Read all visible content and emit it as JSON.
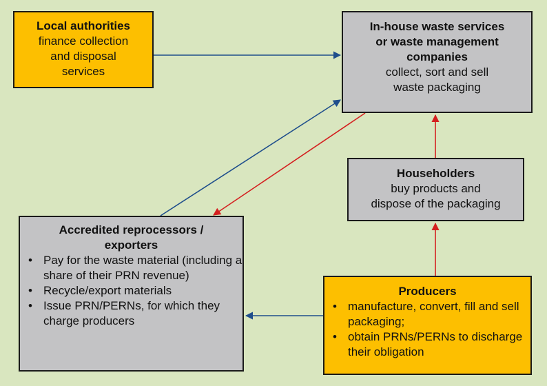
{
  "colors": {
    "background": "#d9e6bf",
    "yellow_box": "#fdbf00",
    "grey_box": "#c3c3c5",
    "blue_arrow": "#1f4e8c",
    "red_arrow": "#d42020"
  },
  "nodes": {
    "local_authorities": {
      "title": "Local authorities",
      "lines": [
        "finance collection",
        "and disposal",
        "services"
      ]
    },
    "inhouse": {
      "title_lines": [
        "In-house waste services",
        "or waste management",
        "companies"
      ],
      "lines": [
        "collect, sort and sell",
        "waste packaging"
      ]
    },
    "householders": {
      "title": "Householders",
      "lines": [
        "buy products and",
        "dispose of the packaging"
      ]
    },
    "accredited": {
      "title_lines": [
        "Accredited reprocessors /",
        "exporters"
      ],
      "bullets": [
        "Pay for the waste material (including a share of their PRN revenue)",
        "Recycle/export materials",
        "Issue PRN/PERNs, for which they charge producers"
      ]
    },
    "producers": {
      "title": "Producers",
      "bullets": [
        "manufacture, convert, fill and sell packaging;",
        "obtain PRNs/PERNs to discharge their obligation"
      ]
    }
  },
  "edges": [
    {
      "from": "local_authorities",
      "to": "inhouse",
      "color": "blue"
    },
    {
      "from": "accredited",
      "to": "inhouse",
      "color": "blue"
    },
    {
      "from": "inhouse",
      "to": "accredited",
      "color": "red"
    },
    {
      "from": "householders",
      "to": "inhouse",
      "color": "red"
    },
    {
      "from": "producers",
      "to": "householders",
      "color": "red"
    },
    {
      "from": "producers",
      "to": "accredited",
      "color": "blue"
    }
  ]
}
